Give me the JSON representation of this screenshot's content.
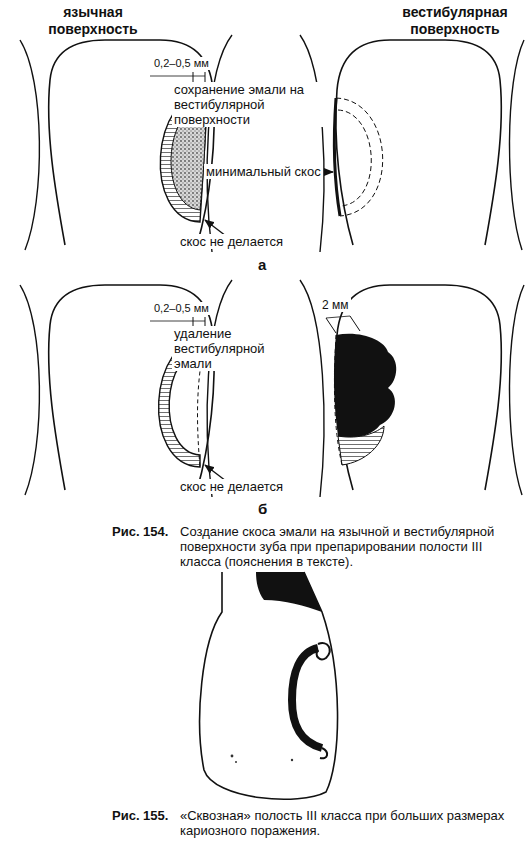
{
  "diagram": {
    "labels": [
      "язычная поверхность",
      "вестибулярная поверхность",
      "0,2–0,5 мм",
      "сохранение эмали на вестибулярной поверхности",
      "минимальный скос",
      "скос не делается",
      "а",
      "0,2–0,5 мм",
      "удаление вестибулярной эмали",
      "2 мм",
      "скос не делается",
      "б",
      "Рис. 154.",
      "Создание скоса эмали на язычной и вестибулярной поверхности зуба при препарировании полости III класса (пояснения в тексте).",
      "Рис. 155.",
      "«Сквозная» полость III класса при больших размерах кариозного поражения."
    ]
  }
}
